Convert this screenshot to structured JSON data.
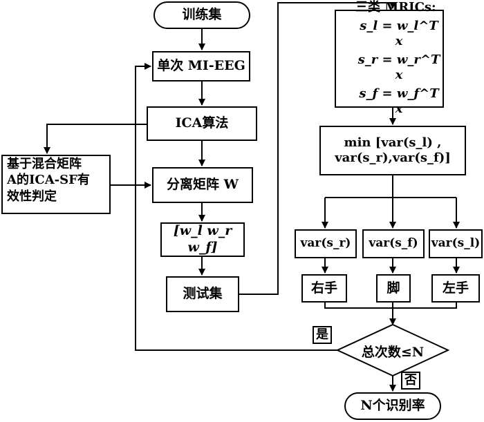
{
  "nodes": {
    "train": "训练集",
    "single": "单次 MI-EEG",
    "ica": "ICA算法",
    "validity": [
      "基于混合矩阵",
      "A的ICA-SF有",
      "效性判定"
    ],
    "separate": "分离矩阵 W",
    "wvec": "[w_l  w_r w_f]",
    "test": "测试集",
    "mrics_title": "三类 MRICs:",
    "mrics_lines": [
      "s_l = w_l^T x",
      "s_r = w_r^T x",
      "s_f = w_f^T x"
    ],
    "min_lines": [
      "min [var(s_l) ,",
      "var(s_r),var(s_f)]"
    ],
    "var_r": "var(s_r)",
    "var_f": "var(s_f)",
    "var_l": "var(s_l)",
    "right_hand": "右手",
    "foot": "脚",
    "left_hand": "左手",
    "decision": "总次数≤N",
    "yes": "是",
    "no": "否",
    "result": "N个识别率"
  }
}
